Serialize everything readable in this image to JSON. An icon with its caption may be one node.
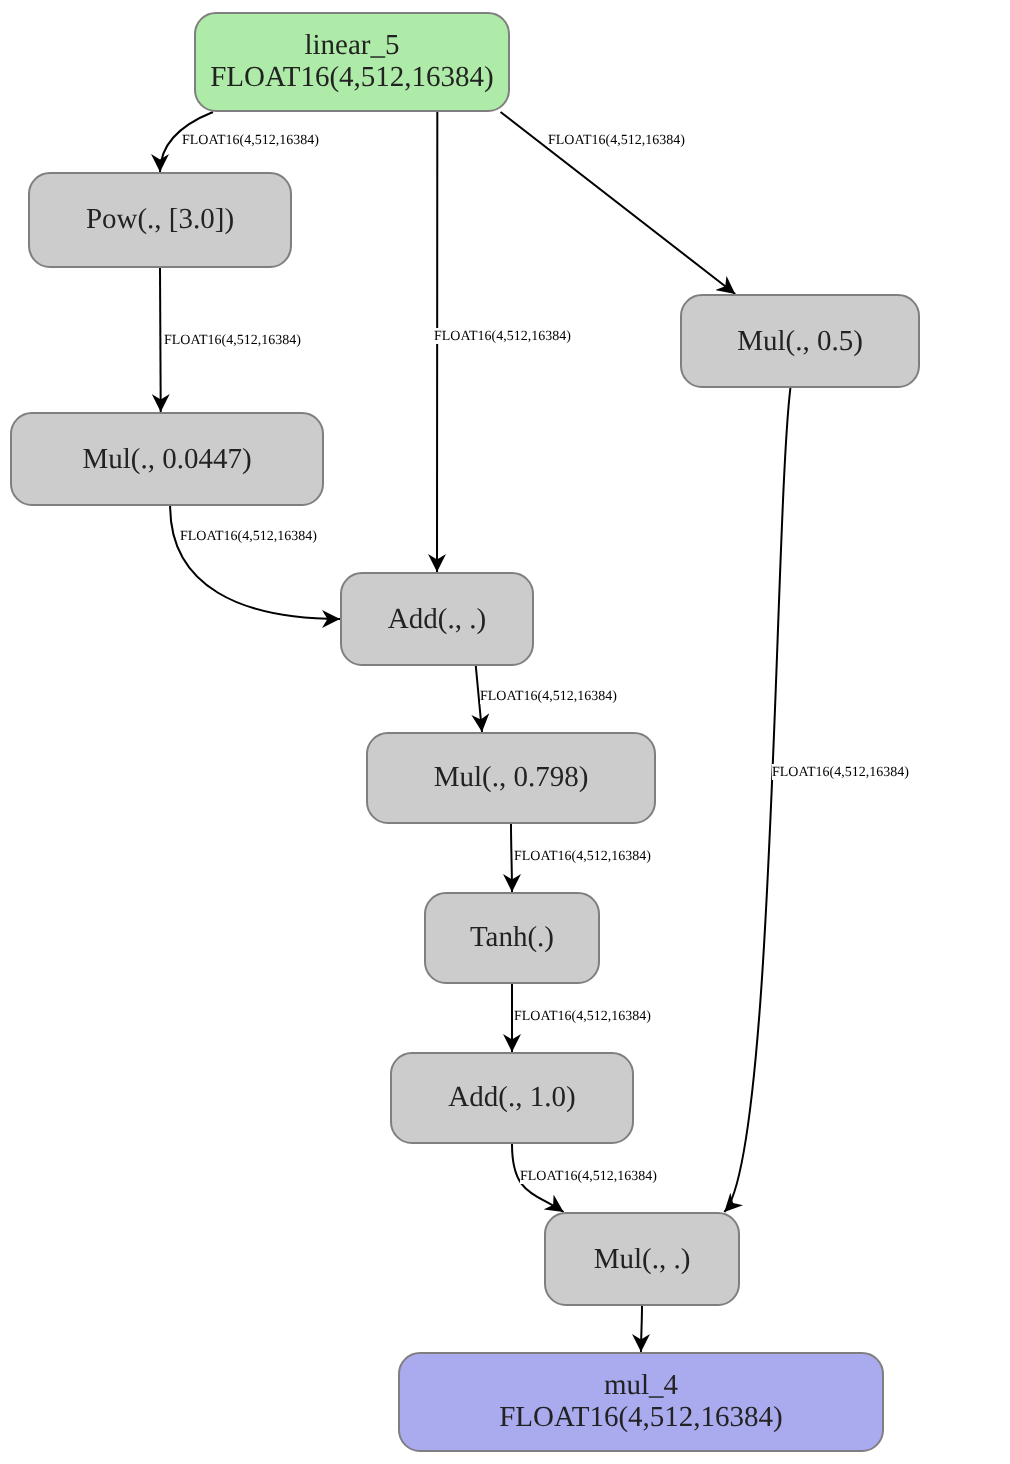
{
  "diagram": {
    "nodes": [
      {
        "text": [
          "linear_5",
          "FLOAT16(4,512,16384)"
        ]
      },
      {
        "text": [
          "Pow(., [3.0])"
        ]
      },
      {
        "text": [
          "Mul(., 0.5)"
        ]
      },
      {
        "text": [
          "Mul(., 0.0447)"
        ]
      },
      {
        "text": [
          "Add(., .)"
        ]
      },
      {
        "text": [
          "Mul(., 0.798)"
        ]
      },
      {
        "text": [
          "Tanh(.)"
        ]
      },
      {
        "text": [
          "Add(., 1.0)"
        ]
      },
      {
        "text": [
          "Mul(., .)"
        ]
      },
      {
        "text": [
          "mul_4",
          "FLOAT16(4,512,16384)"
        ]
      }
    ],
    "edges": [
      {
        "from": 0,
        "to": 1,
        "arrow": "to",
        "label": "FLOAT16(4,512,16384)"
      },
      {
        "from": 0,
        "to": 4,
        "arrow": "to",
        "label": "FLOAT16(4,512,16384)"
      },
      {
        "from": 0,
        "to": 2,
        "arrow": "to",
        "label": "FLOAT16(4,512,16384)"
      },
      {
        "from": 1,
        "to": 3,
        "arrow": "to",
        "label": "FLOAT16(4,512,16384)"
      },
      {
        "from": 3,
        "to": 4,
        "arrow": "to",
        "label": "FLOAT16(4,512,16384)"
      },
      {
        "from": 4,
        "to": 5,
        "arrow": "to",
        "label": "FLOAT16(4,512,16384)"
      },
      {
        "from": 2,
        "to": 8,
        "arrow": "to",
        "label": "FLOAT16(4,512,16384)"
      },
      {
        "from": 5,
        "to": 6,
        "arrow": "to",
        "label": "FLOAT16(4,512,16384)"
      },
      {
        "from": 6,
        "to": 7,
        "arrow": "to",
        "label": "FLOAT16(4,512,16384)"
      },
      {
        "from": 7,
        "to": 8,
        "arrow": "to",
        "label": "FLOAT16(4,512,16384)"
      },
      {
        "from": 8,
        "to": 9,
        "arrow": "to"
      }
    ]
  }
}
